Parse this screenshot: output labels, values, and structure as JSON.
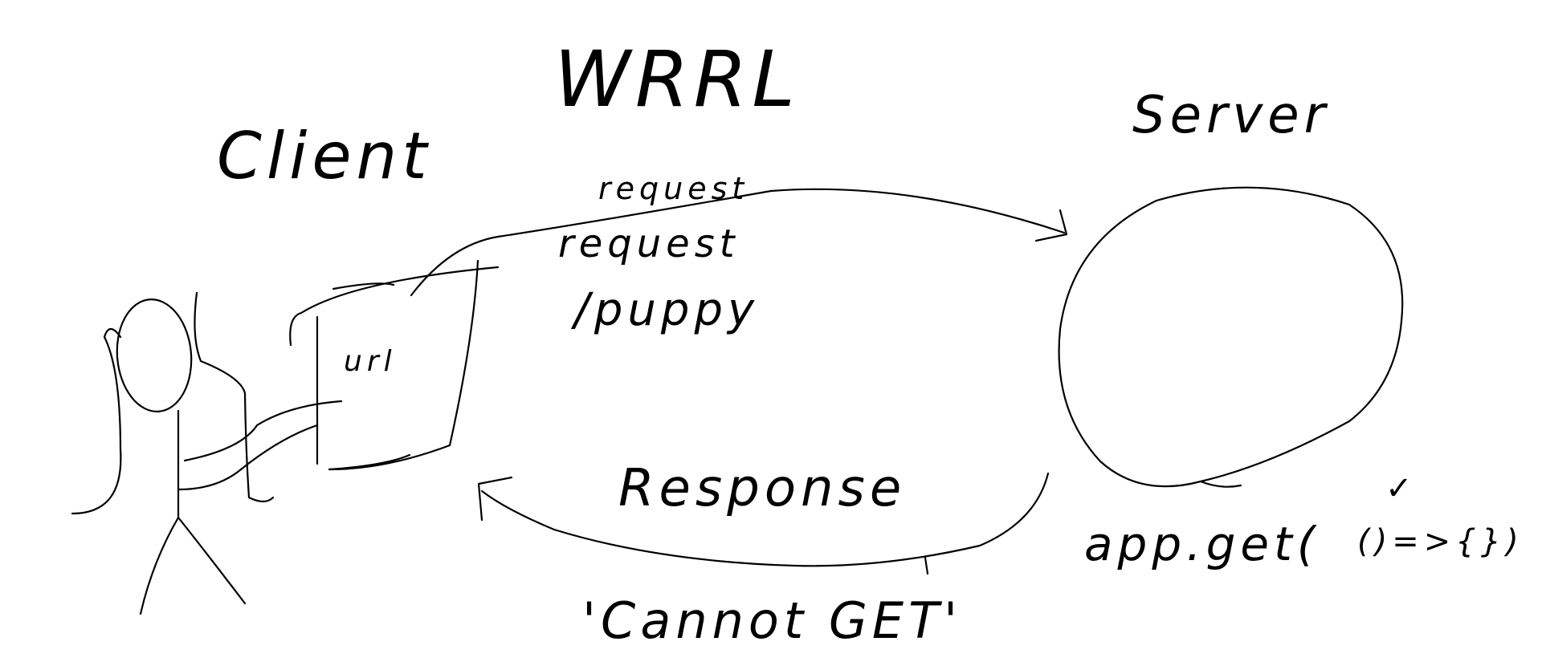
{
  "diagram": {
    "title": "WRRL",
    "client_label": "Client",
    "server_label": "Server",
    "device_label": "url",
    "request_label_top": "request",
    "request_label_lower": "request",
    "request_path": "/puppy",
    "response_label": "Response",
    "response_message": "'Cannot GET'",
    "server_code": "app.get(",
    "server_code_callback": "()=>{})",
    "checkmark": "✓"
  },
  "colors": {
    "ink": "#000000",
    "background": "#ffffff"
  }
}
